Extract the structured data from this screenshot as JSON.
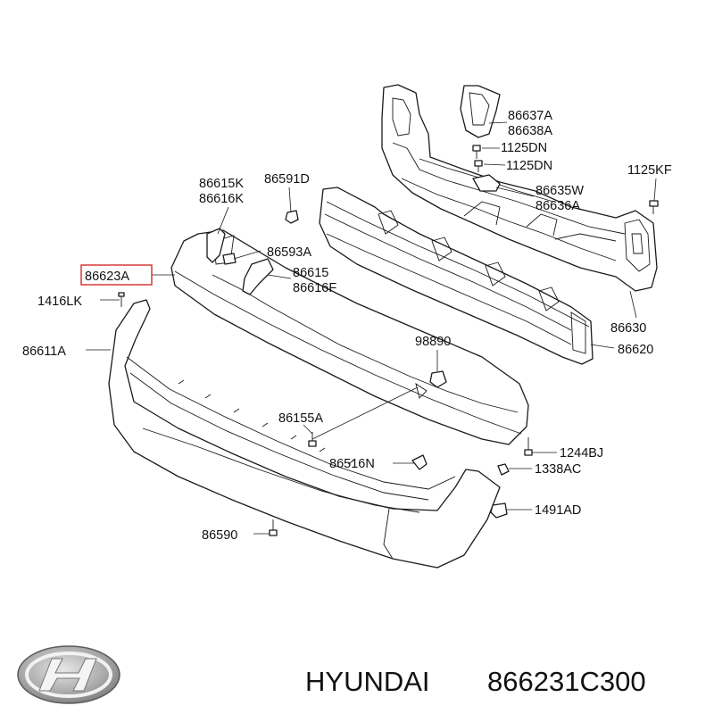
{
  "labels": {
    "p86637A": "86637A",
    "p86638A": "86638A",
    "p1125DN_a": "1125DN",
    "p1125DN_b": "1125DN",
    "p1125KF": "1125KF",
    "p86635W": "86635W",
    "p86636A": "86636A",
    "p86615K": "86615K",
    "p86616K": "86616K",
    "p86591D": "86591D",
    "p86593A": "86593A",
    "p86623A": "86623A",
    "p86615": "86615",
    "p86616F": "86616F",
    "p1416LK": "1416LK",
    "p86630": "86630",
    "p86611A": "86611A",
    "p98890": "98890",
    "p86620": "86620",
    "p86155A": "86155A",
    "p1244BJ": "1244BJ",
    "p86516N": "86516N",
    "p1338AC": "1338AC",
    "p1491AD": "1491AD",
    "p86590": "86590"
  },
  "highlight": {
    "color": "#d42a2a"
  },
  "footer": {
    "brand": "HYUNDAI",
    "part_number": "866231C300"
  },
  "logo": {
    "icon": "hyundai-logo",
    "text": "H"
  }
}
